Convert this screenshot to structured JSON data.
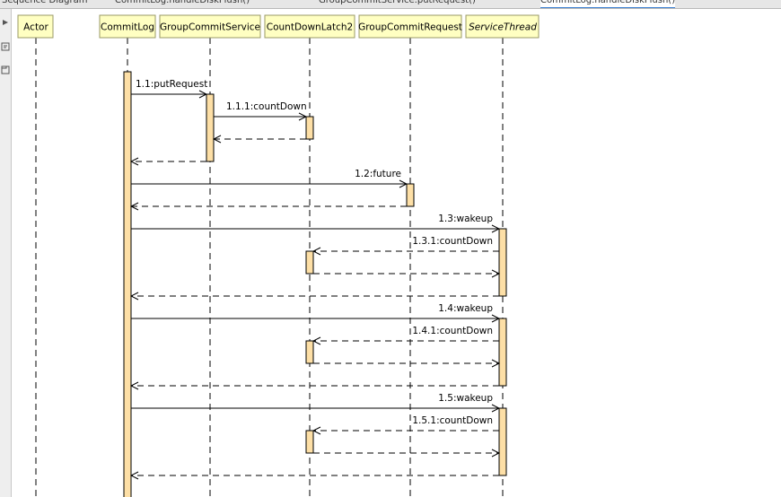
{
  "tabs": [
    {
      "label": "Sequence Diagram"
    },
    {
      "label": "CommitLog.handleDiskFlush()"
    },
    {
      "label": "GroupCommitService.putRequest()"
    },
    {
      "label": "CommitLog.handleDiskFlush()"
    }
  ],
  "toolbar": {
    "icons": [
      "arrow-icon",
      "diagram-icon",
      "frame-icon"
    ]
  },
  "lifelines": [
    {
      "name": "Actor",
      "italic": false
    },
    {
      "name": "CommitLog",
      "italic": false
    },
    {
      "name": "GroupCommitService",
      "italic": false
    },
    {
      "name": "CountDownLatch2",
      "italic": false
    },
    {
      "name": "GroupCommitRequest",
      "italic": false
    },
    {
      "name": "ServiceThread",
      "italic": true
    }
  ],
  "messages": [
    {
      "from": 1,
      "to": 2,
      "label": "1.1:putRequest",
      "type": "call"
    },
    {
      "from": 2,
      "to": 3,
      "label": "1.1.1:countDown",
      "type": "call"
    },
    {
      "from": 3,
      "to": 2,
      "label": "",
      "type": "return"
    },
    {
      "from": 2,
      "to": 1,
      "label": "",
      "type": "return"
    },
    {
      "from": 1,
      "to": 4,
      "label": "1.2:future",
      "type": "call"
    },
    {
      "from": 4,
      "to": 1,
      "label": "",
      "type": "return"
    },
    {
      "from": 1,
      "to": 5,
      "label": "1.3:wakeup",
      "type": "call"
    },
    {
      "from": 5,
      "to": 3,
      "label": "1.3.1:countDown",
      "type": "call"
    },
    {
      "from": 3,
      "to": 5,
      "label": "",
      "type": "return"
    },
    {
      "from": 5,
      "to": 1,
      "label": "",
      "type": "return"
    },
    {
      "from": 1,
      "to": 5,
      "label": "1.4:wakeup",
      "type": "call"
    },
    {
      "from": 5,
      "to": 3,
      "label": "1.4.1:countDown",
      "type": "call"
    },
    {
      "from": 3,
      "to": 5,
      "label": "",
      "type": "return"
    },
    {
      "from": 5,
      "to": 1,
      "label": "",
      "type": "return"
    },
    {
      "from": 1,
      "to": 5,
      "label": "1.5:wakeup",
      "type": "call"
    },
    {
      "from": 5,
      "to": 3,
      "label": "1.5.1:countDown",
      "type": "call"
    },
    {
      "from": 3,
      "to": 5,
      "label": "",
      "type": "return"
    },
    {
      "from": 5,
      "to": 1,
      "label": "",
      "type": "return"
    }
  ],
  "colors": {
    "box_fill": "#ffffc2",
    "box_stroke": "#999966",
    "activation_fill": "#fddfa6",
    "line": "#000000"
  }
}
